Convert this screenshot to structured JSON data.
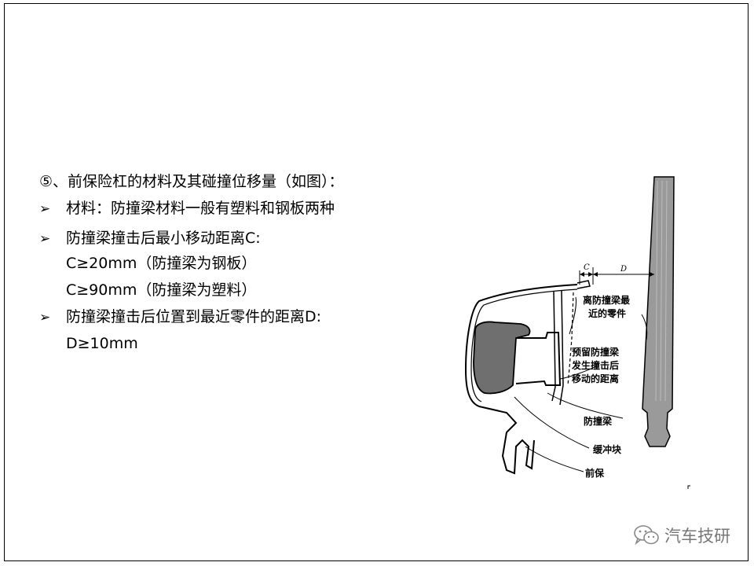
{
  "slide": {
    "heading": "⑤、前保险杠的材料及其碰撞位移量（如图）：",
    "bullet_glyph": "➢",
    "items": [
      {
        "text": "材料：防撞梁材料一般有塑料和钢板两种"
      },
      {
        "text": "防撞梁撞击后最小移动距离C:",
        "sub": [
          "C≥20mm（防撞梁为钢板）",
          "C≥90mm（防撞梁为塑料）"
        ]
      },
      {
        "text": "防撞梁撞击后位置到最近零件的距离D:",
        "sub": [
          "D≥10mm"
        ]
      }
    ]
  },
  "diagram": {
    "dim_c": "C",
    "dim_d": "D",
    "label_nearest_1": "离防撞梁最",
    "label_nearest_2": "近的零件",
    "label_reserve_1": "预留防撞梁",
    "label_reserve_2": "发生撞击后",
    "label_reserve_3": "移动的距离",
    "label_beam": "防撞梁",
    "label_buffer": "缓冲块",
    "label_bumper": "前保"
  },
  "watermark": {
    "text": "汽车技研",
    "icon": "wechat-icon",
    "color": "#777777"
  }
}
